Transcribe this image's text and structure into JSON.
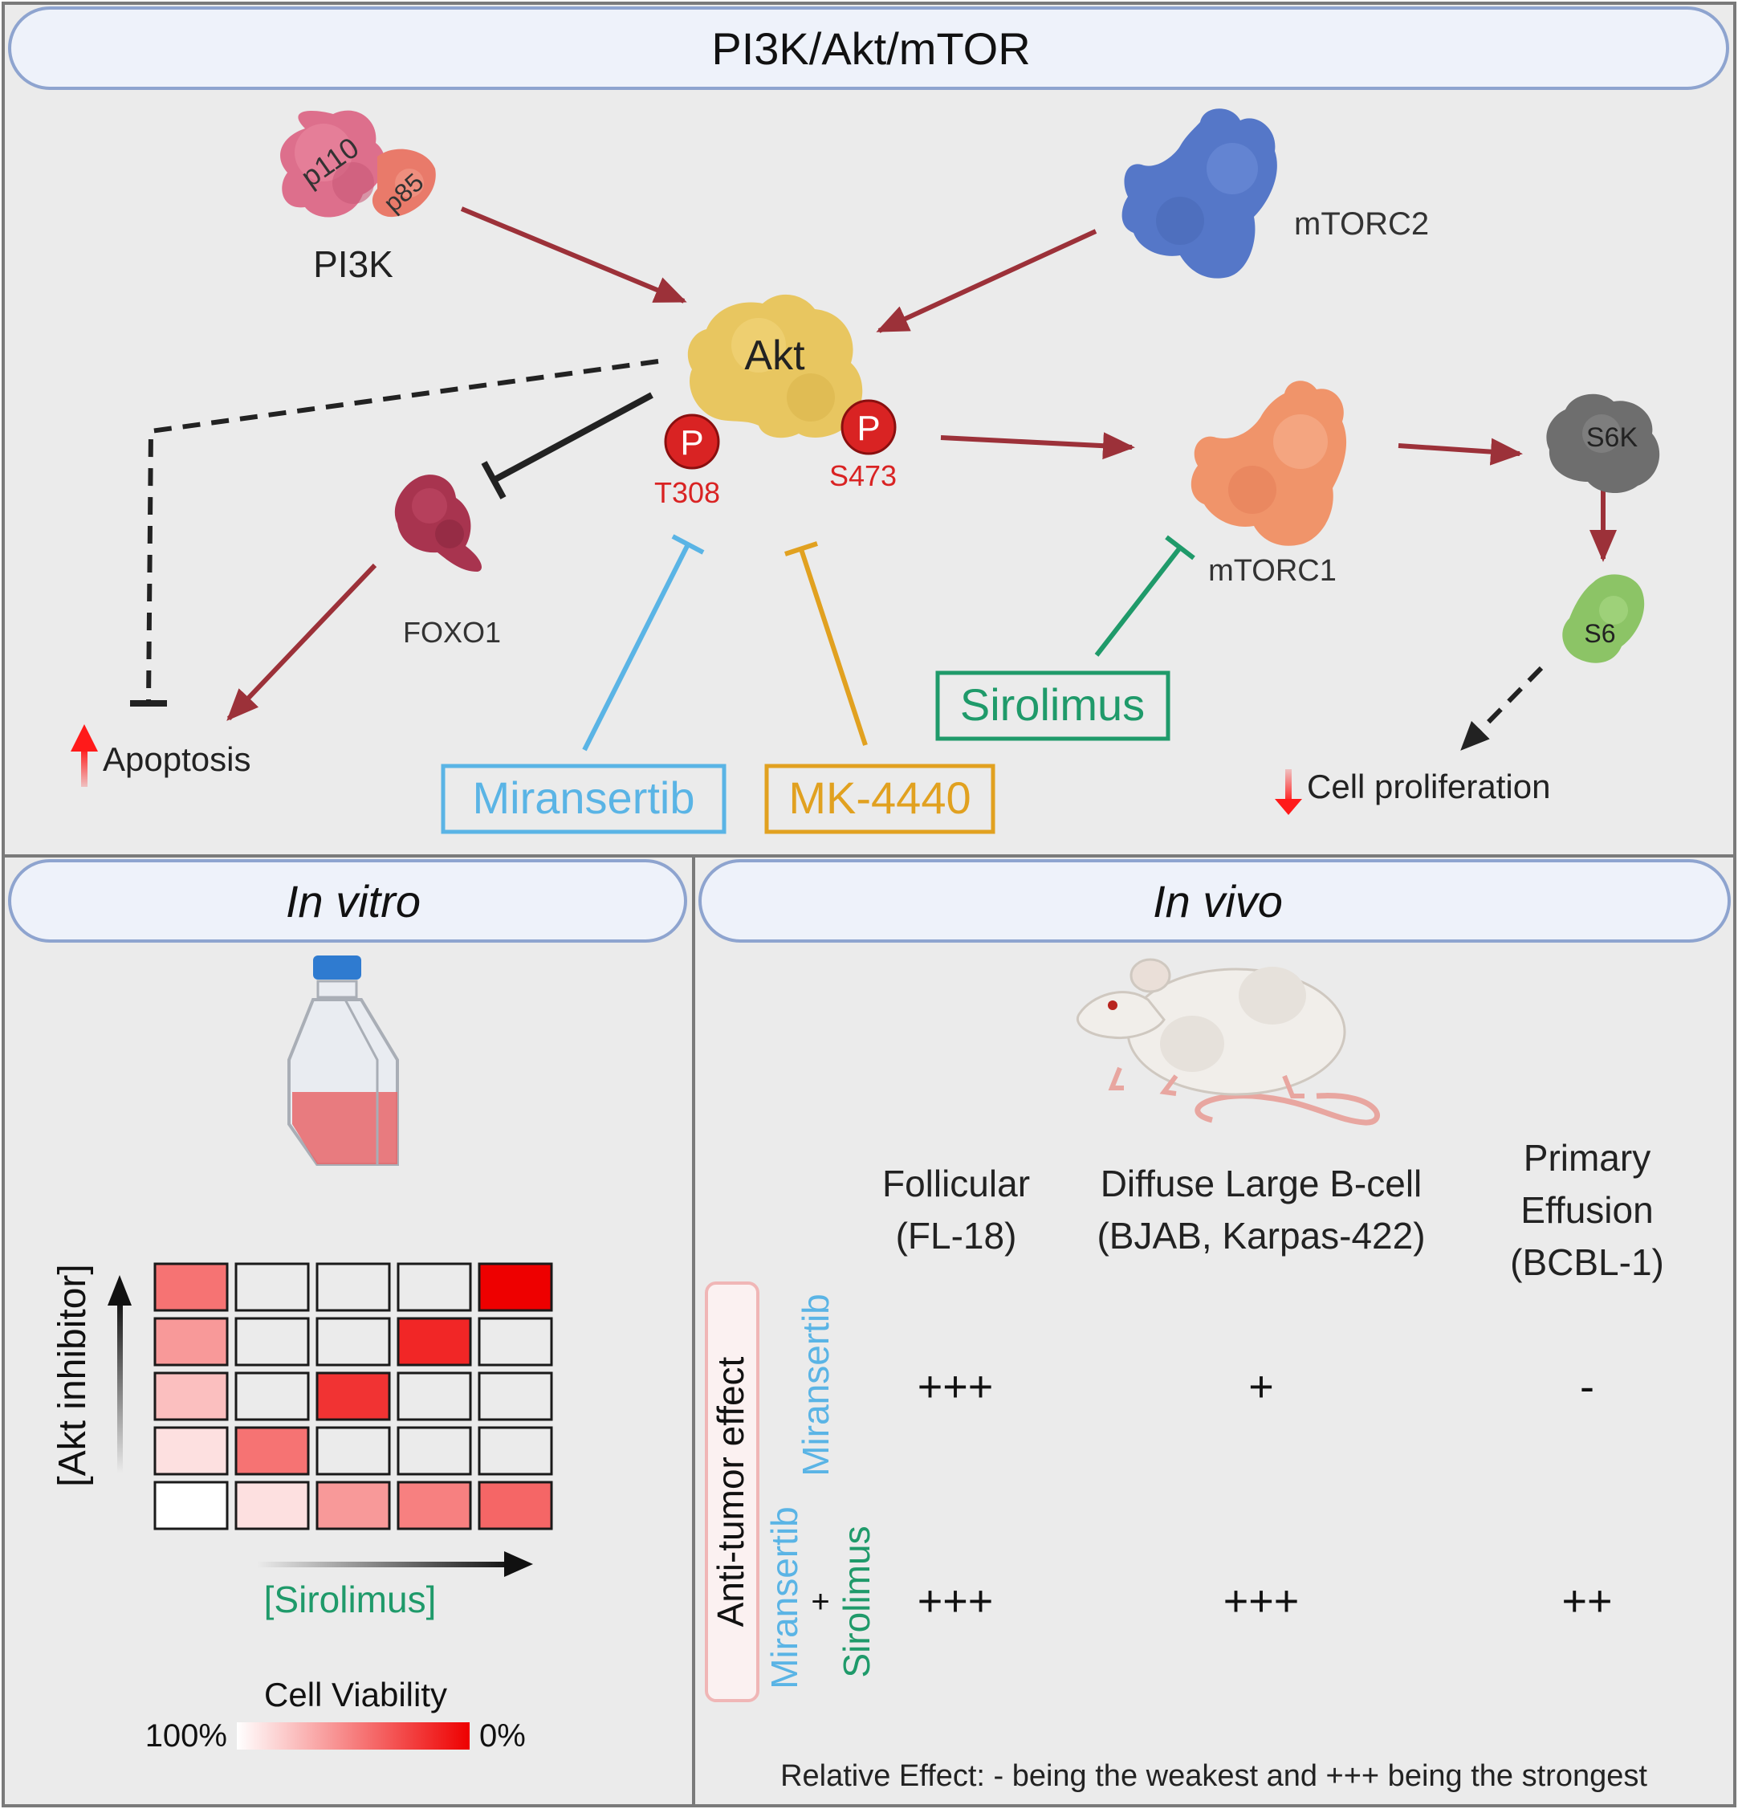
{
  "top_panel": {
    "title": "PI3K/Akt/mTOR",
    "nodes": {
      "pi3k": "PI3K",
      "p110": "p110",
      "p85": "p85",
      "mtorc2": "mTORC2",
      "akt": "Akt",
      "phospho_symbol": "P",
      "t308": "T308",
      "s473": "S473",
      "foxo1": "FOXO1",
      "mtorc1": "mTORC1",
      "s6k": "S6K",
      "s6": "S6",
      "apoptosis": "Apoptosis",
      "cell_proliferation": "Cell proliferation"
    },
    "drugs": {
      "miransertib": "Miransertib",
      "mk4440": "MK-4440",
      "sirolimus": "Sirolimus"
    }
  },
  "in_vitro": {
    "title": "In vitro",
    "y_axis_label": "[Akt inhibitor]",
    "x_axis_label": "[Sirolimus]",
    "legend_title": "Cell Viability",
    "legend_min": "100%",
    "legend_max": "0%",
    "grid_inhibition_levels": [
      [
        0.55,
        0.0,
        0.0,
        0.0,
        1.0
      ],
      [
        0.4,
        0.0,
        0.0,
        0.85,
        0.0
      ],
      [
        0.25,
        0.0,
        0.8,
        0.0,
        0.0
      ],
      [
        0.12,
        0.55,
        0.0,
        0.0,
        0.0
      ],
      [
        0.0,
        0.12,
        0.4,
        0.5,
        0.6
      ]
    ]
  },
  "in_vivo": {
    "title": "In vivo",
    "row_group_label": "Anti-tumor effect",
    "columns": [
      {
        "lines": [
          "Follicular",
          "(FL-18)"
        ]
      },
      {
        "lines": [
          "Diffuse Large B-cell",
          "(BJAB, Karpas-422)"
        ]
      },
      {
        "lines": [
          "Primary",
          "Effusion",
          "(BCBL-1)"
        ]
      }
    ],
    "rows": [
      {
        "drug_a": "Miransertib",
        "values": [
          "+++",
          "+",
          "-"
        ]
      },
      {
        "drug_a": "Miransertib",
        "plus": "+",
        "drug_b": "Sirolimus",
        "values": [
          "+++",
          "+++",
          "++"
        ]
      }
    ],
    "footnote": "Relative Effect: - being the weakest and +++ being the strongest"
  },
  "colors": {
    "activation_arrow": "#9c3139",
    "inhibition_black": "#222222",
    "miransertib": "#5ab4e5",
    "mk4440": "#e1a120",
    "sirolimus": "#1f9a6a",
    "phospho_red": "#d92323",
    "panel_bg": "#ebebeb",
    "header_fill": "#eef2fa",
    "header_border": "#8ea4cf"
  }
}
